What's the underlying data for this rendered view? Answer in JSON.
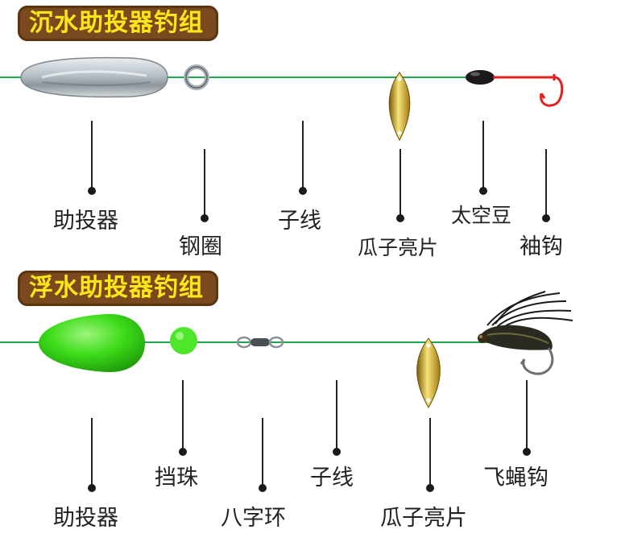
{
  "sections": [
    {
      "title": "沉水助投器钓组",
      "labels": {
        "caster": "助投器",
        "ring": "钢圈",
        "leader": "子线",
        "spoon": "瓜子亮片",
        "bead": "太空豆",
        "hook": "袖钩"
      }
    },
    {
      "title": "浮水助投器钓组",
      "labels": {
        "caster": "助投器",
        "stopper": "挡珠",
        "swivel": "八字环",
        "leader": "子线",
        "spoon": "瓜子亮片",
        "fly": "飞蝇钩"
      }
    }
  ],
  "colors": {
    "title_bg": "#7a4a1f",
    "title_text": "#ffe51a",
    "line": "#1ea84e",
    "float_green": "#3ddc1a",
    "hook_red": "#e02020",
    "spoon_gold": "#d4a514"
  }
}
